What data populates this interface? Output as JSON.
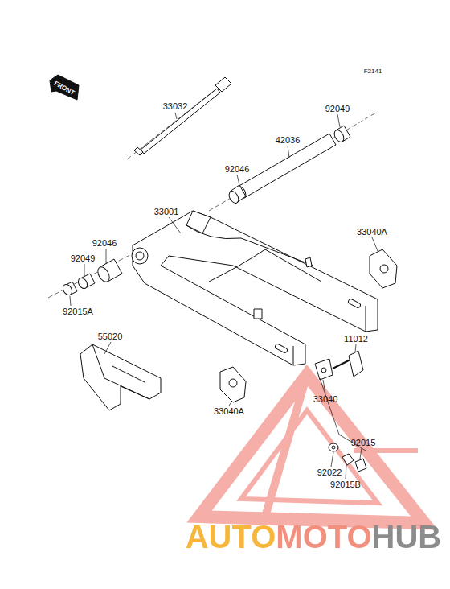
{
  "diagram": {
    "labels": [
      "F2141",
      "FRONT",
      "33032",
      "92049",
      "42036",
      "92046",
      "33001",
      "33040A",
      "92046",
      "92049",
      "92015A",
      "55020",
      "11012",
      "33040A",
      "33040",
      "92015",
      "92022",
      "92015B",
      "AUTOMOTOHUB"
    ]
  }
}
